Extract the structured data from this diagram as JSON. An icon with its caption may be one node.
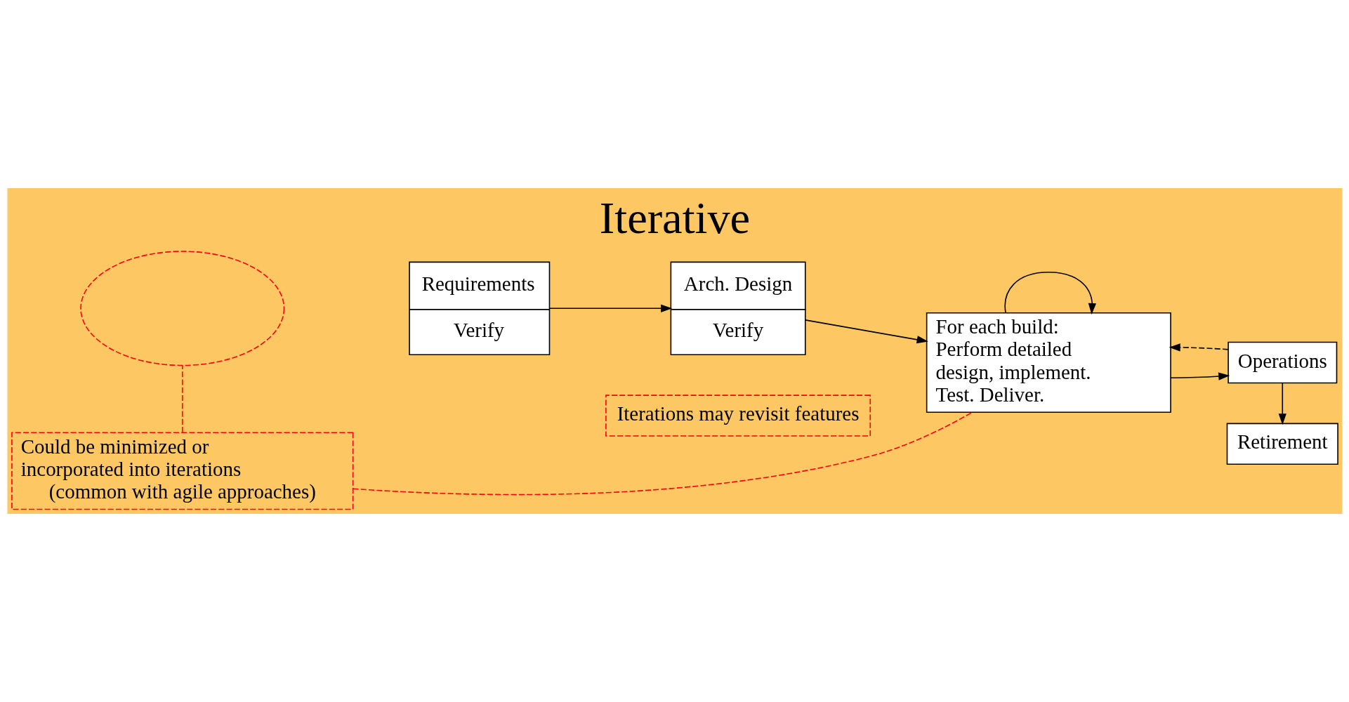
{
  "diagram": {
    "title": "Iterative",
    "nodes": [
      {
        "text": [],
        "shape": "ellipse"
      },
      {
        "text": [
          "Requirements",
          "Verify"
        ]
      },
      {
        "text": [
          "Arch. Design",
          "Verify"
        ]
      },
      {
        "text": [
          "Iterations may revisit features"
        ]
      },
      {
        "text": [
          "For each build: Perform detailed design, implement. Test. Deliver."
        ]
      },
      {
        "text": [
          "Could be minimized or incorporated into iterations (common with agile approaches)"
        ]
      },
      {
        "text": [
          "Operations"
        ]
      },
      {
        "text": [
          "Retirement"
        ]
      }
    ],
    "edges": [
      {
        "from": 1,
        "to": 2,
        "arrow": "to"
      },
      {
        "from": 2,
        "to": 4,
        "arrow": "to"
      },
      {
        "from": 4,
        "to": 4,
        "arrow": "to"
      },
      {
        "from": 4,
        "to": 6,
        "arrow": "to"
      },
      {
        "from": 6,
        "to": 4,
        "arrow": "to",
        "style": "dashed"
      },
      {
        "from": 6,
        "to": 7,
        "arrow": "to"
      },
      {
        "from": 5,
        "to": 0,
        "arrow": "none",
        "style": "dashed",
        "color": "#ff0000"
      },
      {
        "from": 5,
        "to": 4,
        "arrow": "none",
        "style": "dashed",
        "color": "#ff0000"
      }
    ]
  }
}
